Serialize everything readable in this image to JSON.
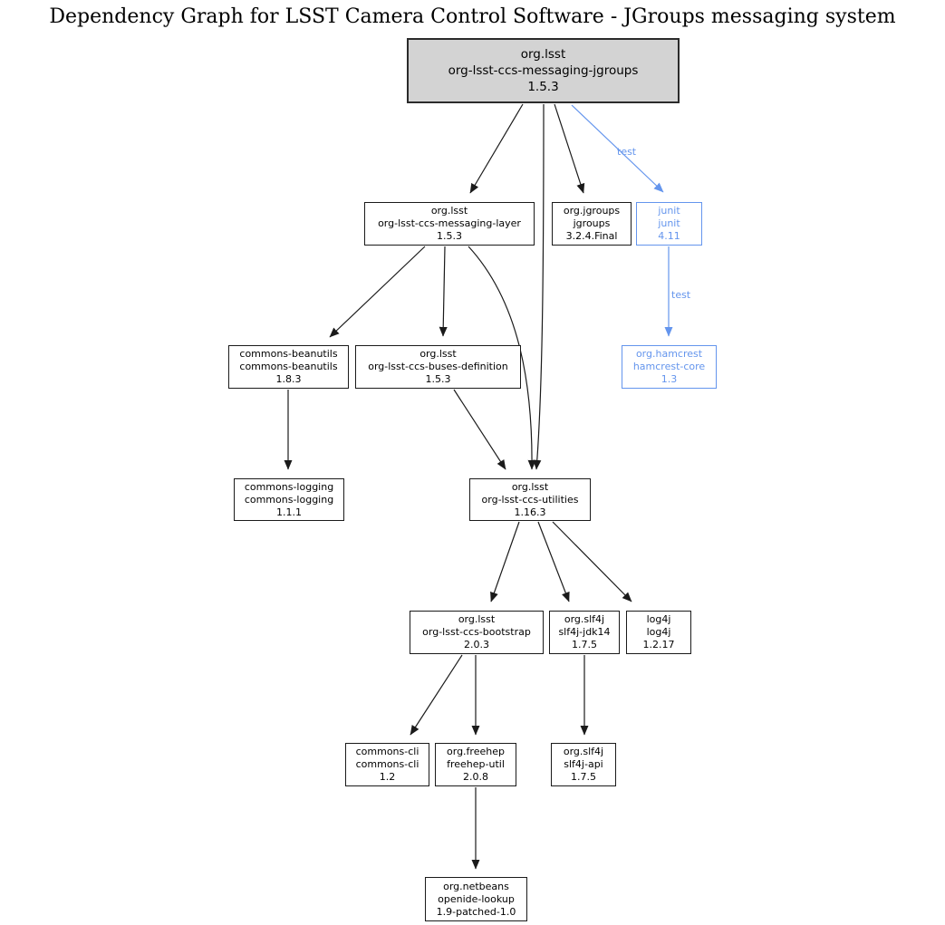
{
  "title": "Dependency Graph for LSST Camera Control Software - JGroups messaging system",
  "colors": {
    "background": "#ffffff",
    "node_border": "#1a1a1a",
    "root_fill": "#d3d3d3",
    "test_scope": "#6495ED",
    "edge": "#1a1a1a"
  },
  "nodes": {
    "messaging_jgroups": {
      "group": "org.lsst",
      "artifact": "org-lsst-ccs-messaging-jgroups",
      "version": "1.5.3"
    },
    "messaging_layer": {
      "group": "org.lsst",
      "artifact": "org-lsst-ccs-messaging-layer",
      "version": "1.5.3"
    },
    "jgroups": {
      "group": "org.jgroups",
      "artifact": "jgroups",
      "version": "3.2.4.Final"
    },
    "junit": {
      "group": "junit",
      "artifact": "junit",
      "version": "4.11"
    },
    "commons_beanutils": {
      "group": "commons-beanutils",
      "artifact": "commons-beanutils",
      "version": "1.8.3"
    },
    "buses_definition": {
      "group": "org.lsst",
      "artifact": "org-lsst-ccs-buses-definition",
      "version": "1.5.3"
    },
    "hamcrest_core": {
      "group": "org.hamcrest",
      "artifact": "hamcrest-core",
      "version": "1.3"
    },
    "commons_logging": {
      "group": "commons-logging",
      "artifact": "commons-logging",
      "version": "1.1.1"
    },
    "utilities": {
      "group": "org.lsst",
      "artifact": "org-lsst-ccs-utilities",
      "version": "1.16.3"
    },
    "bootstrap": {
      "group": "org.lsst",
      "artifact": "org-lsst-ccs-bootstrap",
      "version": "2.0.3"
    },
    "slf4j_jdk14": {
      "group": "org.slf4j",
      "artifact": "slf4j-jdk14",
      "version": "1.7.5"
    },
    "log4j": {
      "group": "log4j",
      "artifact": "log4j",
      "version": "1.2.17"
    },
    "commons_cli": {
      "group": "commons-cli",
      "artifact": "commons-cli",
      "version": "1.2"
    },
    "freehep_util": {
      "group": "org.freehep",
      "artifact": "freehep-util",
      "version": "2.0.8"
    },
    "slf4j_api": {
      "group": "org.slf4j",
      "artifact": "slf4j-api",
      "version": "1.7.5"
    },
    "openide_lookup": {
      "group": "org.netbeans",
      "artifact": "openide-lookup",
      "version": "1.9-patched-1.0"
    }
  },
  "edges": [
    {
      "from": "messaging_jgroups",
      "to": "messaging_layer",
      "scope": ""
    },
    {
      "from": "messaging_jgroups",
      "to": "jgroups",
      "scope": ""
    },
    {
      "from": "messaging_jgroups",
      "to": "junit",
      "scope": "test"
    },
    {
      "from": "messaging_jgroups",
      "to": "utilities",
      "scope": ""
    },
    {
      "from": "junit",
      "to": "hamcrest_core",
      "scope": "test"
    },
    {
      "from": "messaging_layer",
      "to": "commons_beanutils",
      "scope": ""
    },
    {
      "from": "messaging_layer",
      "to": "buses_definition",
      "scope": ""
    },
    {
      "from": "messaging_layer",
      "to": "utilities",
      "scope": ""
    },
    {
      "from": "commons_beanutils",
      "to": "commons_logging",
      "scope": ""
    },
    {
      "from": "buses_definition",
      "to": "utilities",
      "scope": ""
    },
    {
      "from": "utilities",
      "to": "bootstrap",
      "scope": ""
    },
    {
      "from": "utilities",
      "to": "slf4j_jdk14",
      "scope": ""
    },
    {
      "from": "utilities",
      "to": "log4j",
      "scope": ""
    },
    {
      "from": "bootstrap",
      "to": "commons_cli",
      "scope": ""
    },
    {
      "from": "bootstrap",
      "to": "freehep_util",
      "scope": ""
    },
    {
      "from": "slf4j_jdk14",
      "to": "slf4j_api",
      "scope": ""
    },
    {
      "from": "freehep_util",
      "to": "openide_lookup",
      "scope": ""
    }
  ],
  "edge_labels": {
    "test_root_junit": "test",
    "test_junit_hamcrest": "test"
  }
}
